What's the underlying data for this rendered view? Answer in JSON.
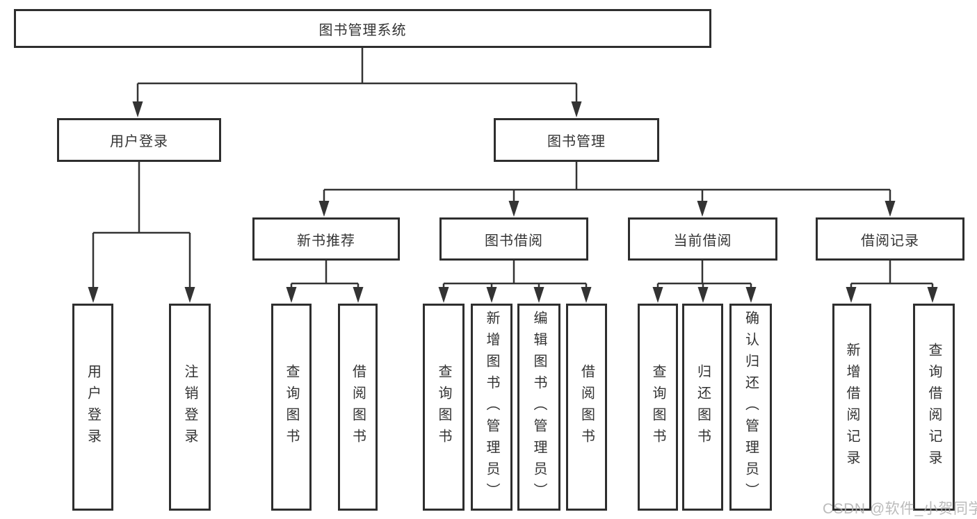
{
  "diagram": {
    "root": {
      "label": "图书管理系统"
    },
    "level2": [
      {
        "label": "用户登录"
      },
      {
        "label": "图书管理"
      }
    ],
    "level3": [
      {
        "label": "新书推荐"
      },
      {
        "label": "图书借阅"
      },
      {
        "label": "当前借阅"
      },
      {
        "label": "借阅记录"
      }
    ],
    "leaves": {
      "user_login": [
        "用户登录",
        "注销登录"
      ],
      "new_book": [
        "查询图书",
        "借阅图书"
      ],
      "borrow": [
        "查询图书",
        "新增图书（管理员）",
        "编辑图书（管理员）",
        "借阅图书"
      ],
      "current": [
        "查询图书",
        "归还图书",
        "确认归还（管理员）"
      ],
      "records": [
        "新增借阅记录",
        "查询借阅记录"
      ]
    },
    "watermark": "CSDN @软件_小贺同学",
    "colors": {
      "line": "#333333",
      "box_border": "#2e2e2e",
      "text": "#333333",
      "watermark": "#afafaf",
      "background": "#ffffff"
    }
  }
}
